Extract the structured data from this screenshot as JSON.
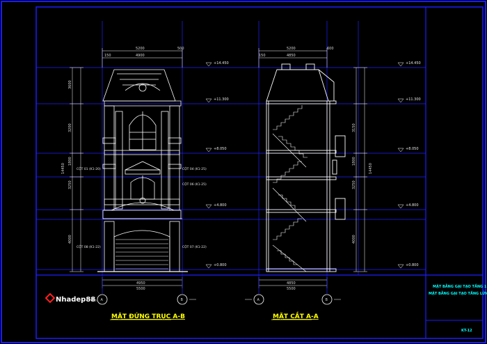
{
  "titles": {
    "elevation": "MẶT ĐỨNG TRỤC A-B",
    "section": "MẶT CẮT A-A"
  },
  "logo": {
    "text": "Nhadep88",
    "suffix": ".vn"
  },
  "notes": {
    "line1": "MẶT BẰNG GẠI TẠO TẦNG 1",
    "line2": "MẶT BẰNG GẠI TẠO TẦNG LỬNG"
  },
  "sheet_code": "KT-12",
  "axis_markers": [
    "A",
    "B",
    "A",
    "B"
  ],
  "levels_left": [
    "+14.450",
    "+11.300",
    "+8.050",
    "+4.800",
    "+0.800"
  ],
  "levels_right": [
    "+14.450",
    "+11.300",
    "+8.050",
    "+4.800",
    "+0.800"
  ],
  "dims_top_left": [
    "5200",
    "4900",
    "500",
    "150"
  ],
  "dims_top_right": [
    "5200",
    "4850",
    "600",
    "150"
  ],
  "dims_bottom": [
    "4950",
    "5500",
    "4850",
    "5500"
  ],
  "dims_left_vertical": [
    "3600",
    "3200",
    "3250",
    "4000",
    "1800",
    "14450"
  ],
  "dims_right_vertical": [
    "3150",
    "3250",
    "4000",
    "1800",
    "14450"
  ],
  "callouts_elevation": [
    "CỘT 01 (K1-20)",
    "CỘT 04 (K1-25)",
    "CỘT 06 (K1-25)",
    "CỘT 08 (K1-22)",
    "CỘT 07 (K1-22)"
  ],
  "colors": {
    "background": "#000000",
    "frame": "#1c1cff",
    "drawing": "#ffffff",
    "section_lines": "#ffffff",
    "dim_lines": "#ffffff",
    "title": "#ffff00",
    "cyan": "#00ffff",
    "logo_red": "#ff2020"
  }
}
